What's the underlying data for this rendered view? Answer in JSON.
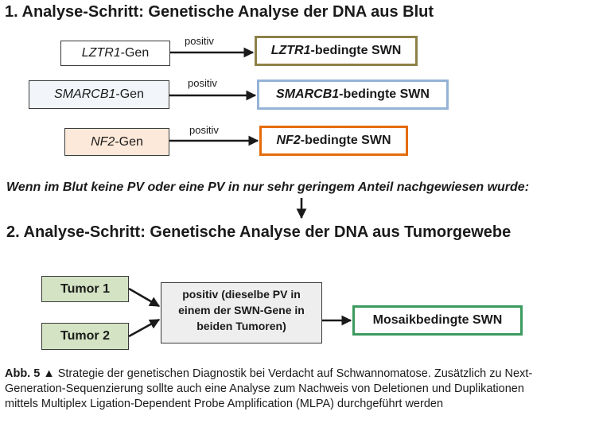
{
  "step1": {
    "title": "1. Analyse-Schritt: Genetische Analyse der DNA aus Blut",
    "rows": [
      {
        "gene_italic": "LZTR1",
        "gene_suffix": "-Gen",
        "arrow_label": "positiv",
        "result_italic": "LZTR1",
        "result_suffix": "-bedingte SWN",
        "result_color": "#8c8148",
        "gene_fill": "#ffffff"
      },
      {
        "gene_italic": "SMARCB1",
        "gene_suffix": "-Gen",
        "arrow_label": "positiv",
        "result_italic": "SMARCB1",
        "result_suffix": "-bedingte SWN",
        "result_color": "#95b3d7",
        "gene_fill": "#f2f6fa"
      },
      {
        "gene_italic": "NF2",
        "gene_suffix": "-Gen",
        "arrow_label": "positiv",
        "result_italic": "NF2",
        "result_suffix": "-bedingte SWN",
        "result_color": "#e46c0a",
        "gene_fill": "#fde9d9"
      }
    ]
  },
  "condition": "Wenn im Blut keine PV oder eine PV in nur sehr geringem Anteil nachgewiesen wurde:",
  "step2": {
    "title": "2. Analyse-Schritt: Genetische Analyse der DNA aus Tumorgewebe",
    "tumor1": "Tumor 1",
    "tumor2": "Tumor 2",
    "center_lines": [
      "positiv (dieselbe PV in",
      "einem der SWN-Gene in",
      "beiden Tumoren)"
    ],
    "result": "Mosaikbedingte SWN",
    "result_color": "#3c9a5f"
  },
  "caption": {
    "label": "Abb. 5",
    "marker": "▲",
    "lines": [
      "Strategie der genetischen Diagnostik bei Verdacht auf Schwannomatose. Zusätzlich zu Next-",
      "Generation-Sequenzierung sollte auch eine Analyse zum Nachweis von Deletionen und Duplikationen",
      "mittels Multiplex Ligation-Dependent Probe Amplification (MLPA) durchgeführt werden"
    ]
  },
  "colors": {
    "text": "#1a1a1a",
    "arrow": "#1a1a1a",
    "tumor_fill": "#d3e3c3",
    "center_fill": "#eeeeee"
  }
}
